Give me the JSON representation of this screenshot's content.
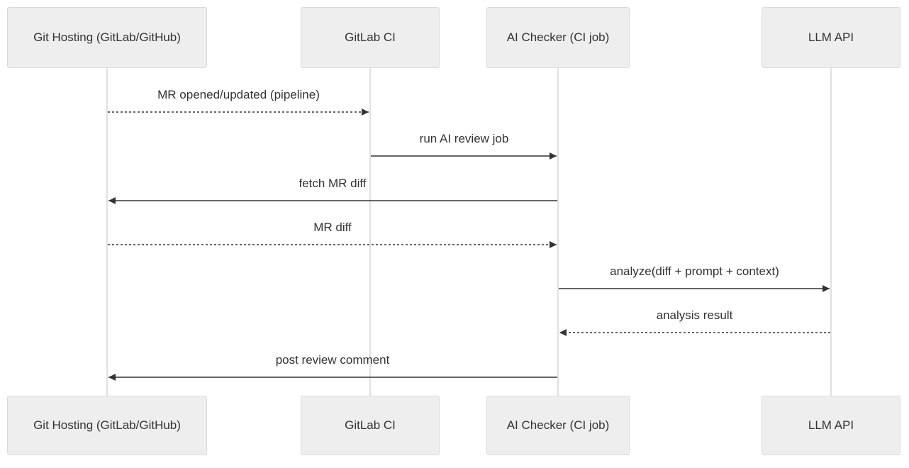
{
  "participants": [
    {
      "id": "git",
      "label": "Git Hosting (GitLab/GitHub)"
    },
    {
      "id": "ci",
      "label": "GitLab CI"
    },
    {
      "id": "checker",
      "label": "AI Checker (CI job)"
    },
    {
      "id": "llm",
      "label": "LLM API"
    }
  ],
  "messages": [
    {
      "from": "git",
      "to": "ci",
      "label": "MR opened/updated (pipeline)",
      "style": "dashed"
    },
    {
      "from": "ci",
      "to": "checker",
      "label": "run AI review job",
      "style": "solid"
    },
    {
      "from": "checker",
      "to": "git",
      "label": "fetch MR diff",
      "style": "solid"
    },
    {
      "from": "git",
      "to": "checker",
      "label": "MR diff",
      "style": "dashed"
    },
    {
      "from": "checker",
      "to": "llm",
      "label": "analyze(diff + prompt + context)",
      "style": "solid"
    },
    {
      "from": "llm",
      "to": "checker",
      "label": "analysis result",
      "style": "dashed"
    },
    {
      "from": "checker",
      "to": "git",
      "label": "post review comment",
      "style": "solid"
    }
  ],
  "colors": {
    "actor_fill": "#eeeeee",
    "actor_border": "#dadada",
    "lifeline": "#cccccc",
    "arrow": "#333333",
    "text": "#333333"
  }
}
